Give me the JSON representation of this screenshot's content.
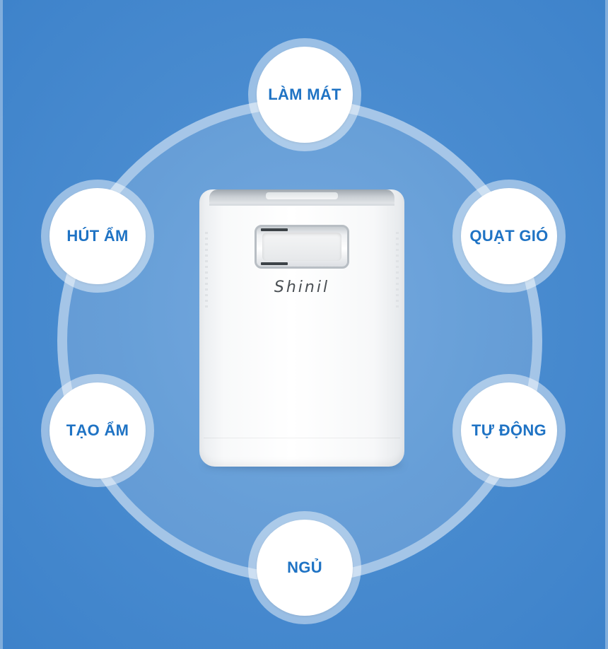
{
  "features": {
    "lam_mat": "LÀM MÁT",
    "hut_am": "HÚT ẨM",
    "quat_gio": "QUẠT GIÓ",
    "tao_am": "TẠO ẨM",
    "tu_dong": "TỰ ĐỘNG",
    "ngu": "NGỦ"
  },
  "product": {
    "brand": "Shinil"
  },
  "colors": {
    "background": "#4a8cd0",
    "label": "#1f73c4",
    "disc": "#ffffff"
  }
}
